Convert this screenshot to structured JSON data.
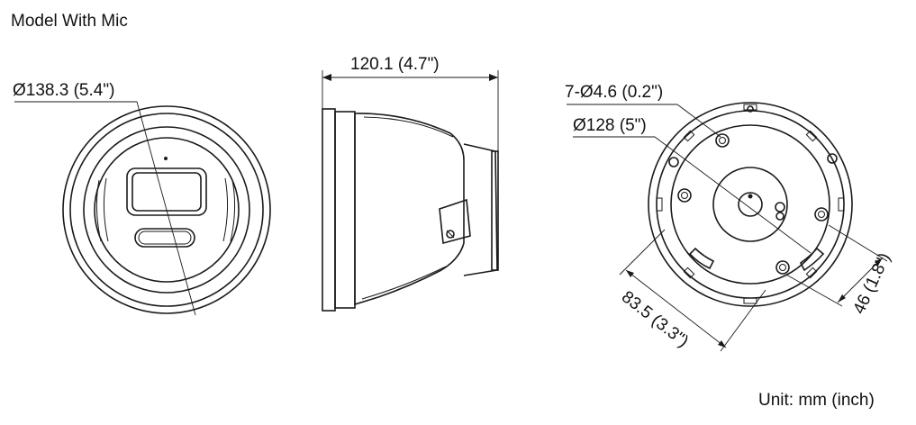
{
  "title": "Model With Mic",
  "unit_note": "Unit: mm (inch)",
  "front_view": {
    "diameter_label": "Ø138.3 (5.4\")"
  },
  "side_view": {
    "width_label": "120.1 (4.7\")"
  },
  "base_view": {
    "holes_label": "7-Ø4.6 (0.2\")",
    "diameter_label": "Ø128 (5\")",
    "dim_a_label": "83.5 (3.3\")",
    "dim_b_label": "46 (1.8\")"
  }
}
